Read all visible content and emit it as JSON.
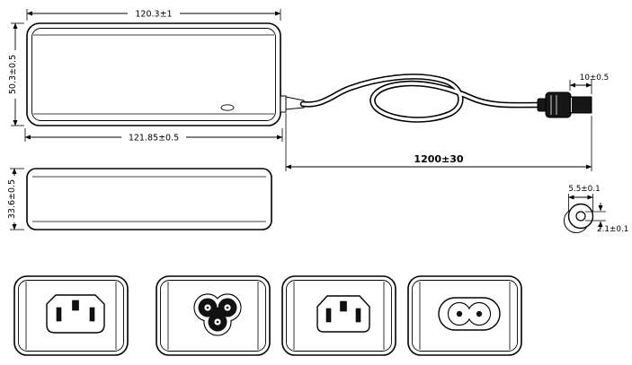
{
  "page": {
    "type": "technical-drawing",
    "subject": "desktop power adapter dimensional drawing"
  },
  "colors": {
    "line": "#000000",
    "background": "#ffffff",
    "connector_fill": "#161616"
  },
  "dims": {
    "top_width": "120.3±1",
    "front_height": "50.3±0.5",
    "bottom_width": "121.85±0.5",
    "plug_length": "10±0.5",
    "cable_length": "1200±30",
    "side_height": "33.6±0.5",
    "plug_outer_dia": "5.5±0.1",
    "plug_pin_dia": "2.1±0.1"
  }
}
